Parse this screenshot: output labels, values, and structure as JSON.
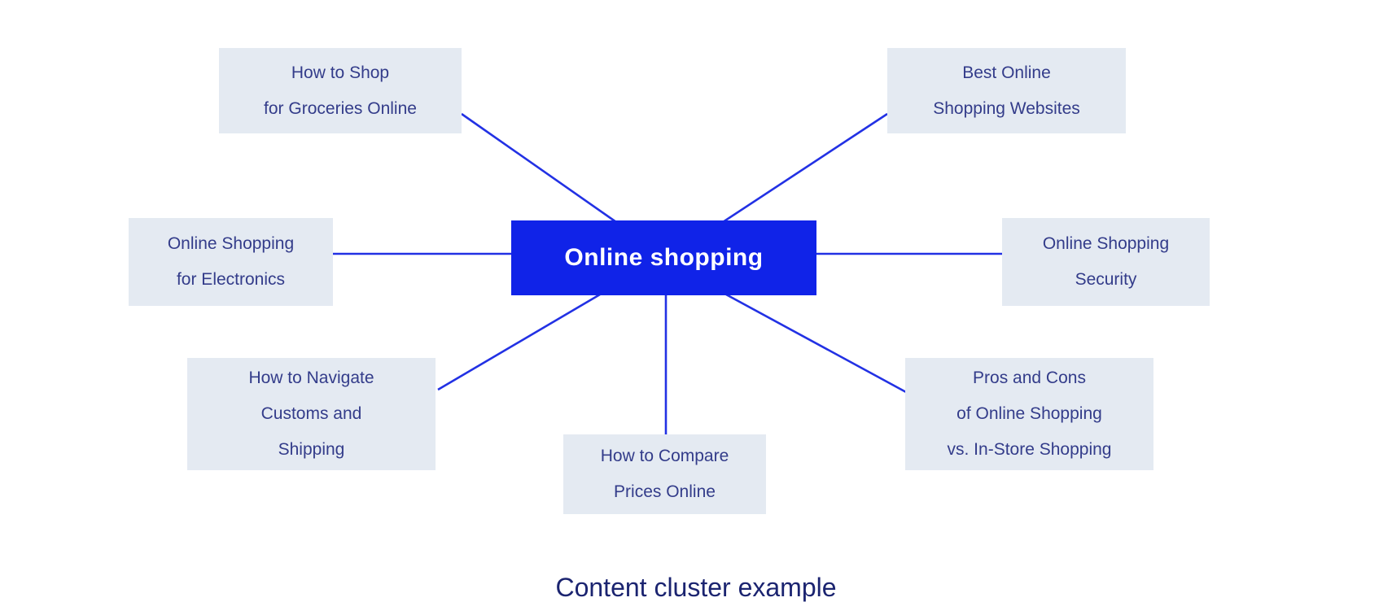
{
  "diagram": {
    "caption": "Content cluster example",
    "center": {
      "id": "online-shopping",
      "label": "Online shopping"
    },
    "nodes": [
      {
        "id": "groceries",
        "position": "top-left",
        "lines": [
          "How to Shop",
          "for Groceries Online"
        ]
      },
      {
        "id": "websites",
        "position": "top-right",
        "lines": [
          "Best Online",
          "Shopping Websites"
        ]
      },
      {
        "id": "electronics",
        "position": "left",
        "lines": [
          "Online Shopping",
          "for Electronics"
        ]
      },
      {
        "id": "security",
        "position": "right",
        "lines": [
          "Online Shopping",
          "Security"
        ]
      },
      {
        "id": "customs",
        "position": "bottom-left",
        "lines": [
          "How to Navigate",
          "Customs and",
          "Shipping"
        ]
      },
      {
        "id": "compare",
        "position": "bottom-mid",
        "lines": [
          "How to Compare",
          "Prices Online"
        ]
      },
      {
        "id": "pros-cons",
        "position": "bottom-right",
        "lines": [
          "Pros and Cons",
          "of Online Shopping",
          "vs. In-Store Shopping"
        ]
      }
    ],
    "edges": [
      {
        "from": "online-shopping",
        "to": "groceries"
      },
      {
        "from": "online-shopping",
        "to": "websites"
      },
      {
        "from": "online-shopping",
        "to": "electronics"
      },
      {
        "from": "online-shopping",
        "to": "security"
      },
      {
        "from": "online-shopping",
        "to": "customs"
      },
      {
        "from": "online-shopping",
        "to": "compare"
      },
      {
        "from": "online-shopping",
        "to": "pros-cons"
      }
    ],
    "colors": {
      "center_bg": "#1023e8",
      "center_text": "#ffffff",
      "node_bg": "#e4eaf2",
      "node_text": "#333c8a",
      "edge_line": "#2231e4",
      "caption_text": "#1b2470",
      "page_bg": "#ffffff"
    }
  }
}
